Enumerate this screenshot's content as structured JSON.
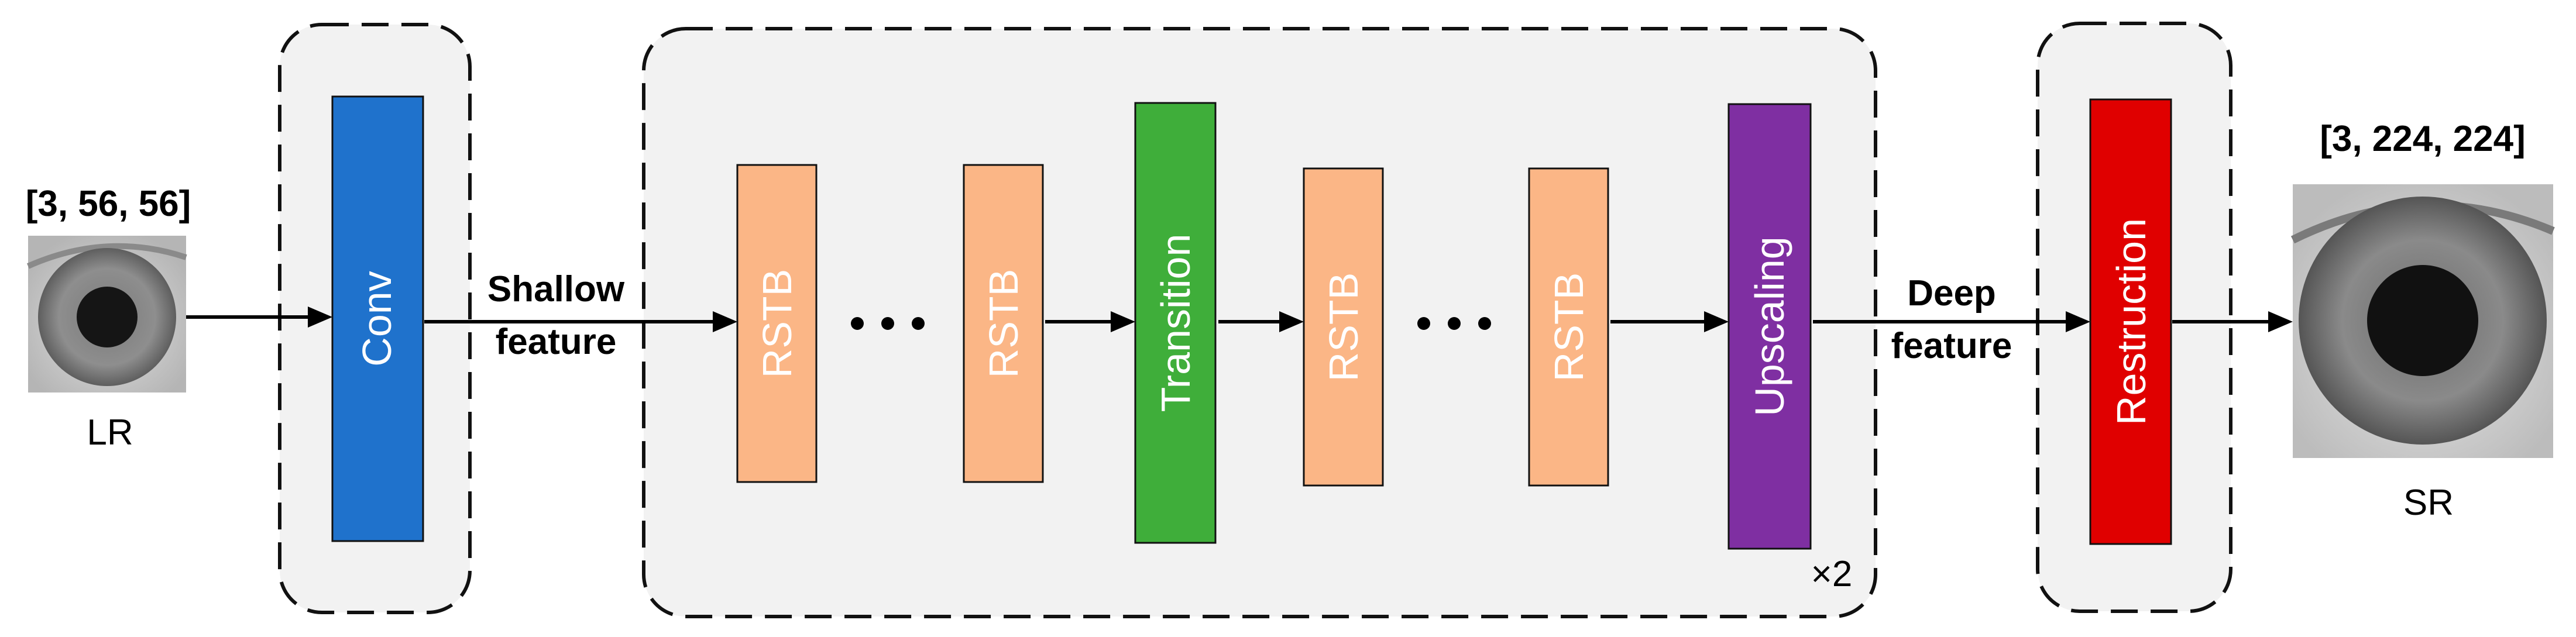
{
  "input": {
    "shape": "[3, 56, 56]",
    "name": "LR"
  },
  "output": {
    "shape": "[3, 224,  224]",
    "name": "SR"
  },
  "blocks": {
    "conv": "Conv",
    "rstb1": "RSTB",
    "rstb2": "RSTB",
    "transition": "Transition",
    "rstb3": "RSTB",
    "rstb4": "RSTB",
    "upscaling": "Upscaling",
    "restruction": "Restruction"
  },
  "ellipses": [
    "• • •",
    "• • •"
  ],
  "edges": {
    "shallow": [
      "Shallow",
      "feature"
    ],
    "deep": [
      "Deep",
      "feature"
    ]
  },
  "repeat_label": "×2",
  "colors": {
    "conv": "#1f72cc",
    "rstb": "#fbb686",
    "transition": "#3fae3a",
    "upscaling": "#7f2fa2",
    "restruction": "#e00000",
    "group_fill": "#f2f2f2"
  }
}
